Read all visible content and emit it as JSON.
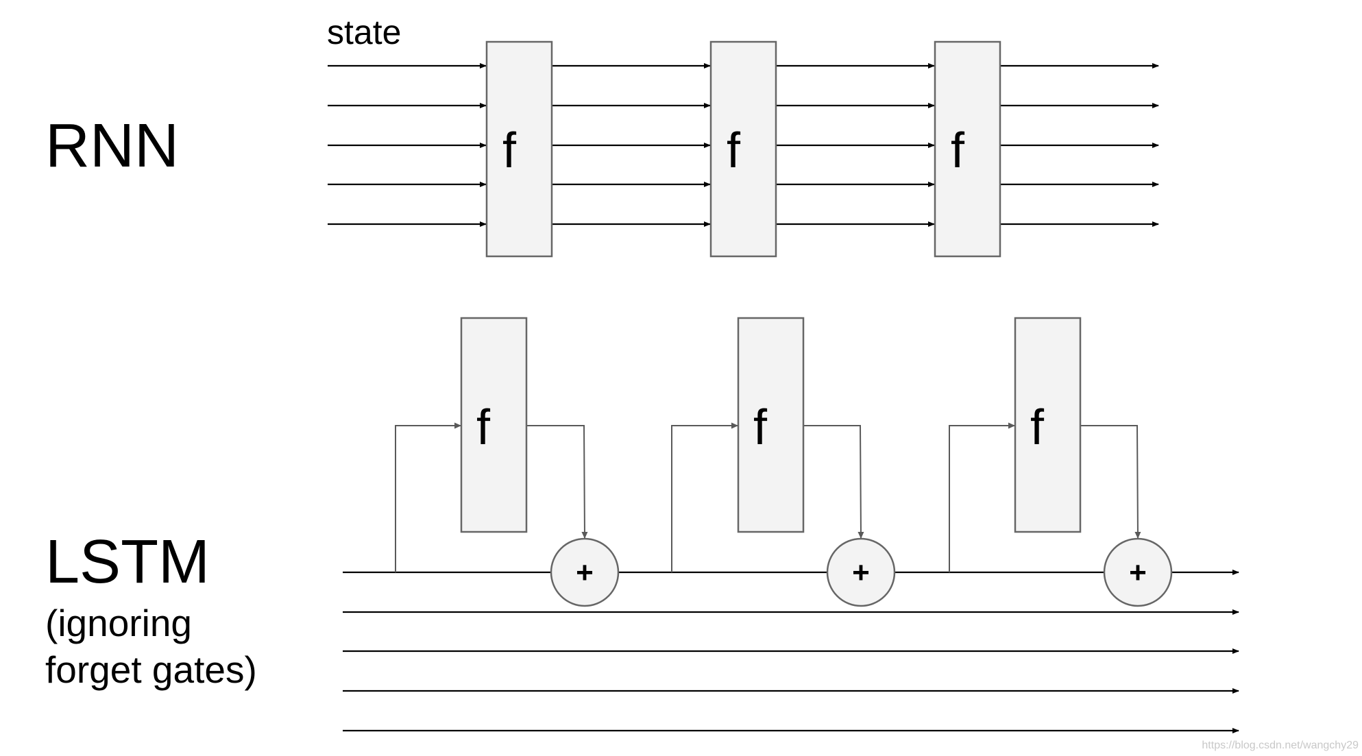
{
  "rnn": {
    "title": "RNN",
    "state_label": "state",
    "block_label": "f",
    "blocks": 3,
    "state_lines": 5
  },
  "lstm": {
    "title": "LSTM",
    "subtitle_line1": "(ignoring",
    "subtitle_line2": "forget gates)",
    "block_label": "f",
    "sum_label": "+",
    "blocks": 3,
    "state_lines": 5
  },
  "watermark": "https://blog.csdn.net/wangchy29",
  "colors": {
    "box_fill": "#f3f3f3",
    "box_stroke": "#666666",
    "line": "#000000",
    "lstm_branch": "#595959"
  }
}
